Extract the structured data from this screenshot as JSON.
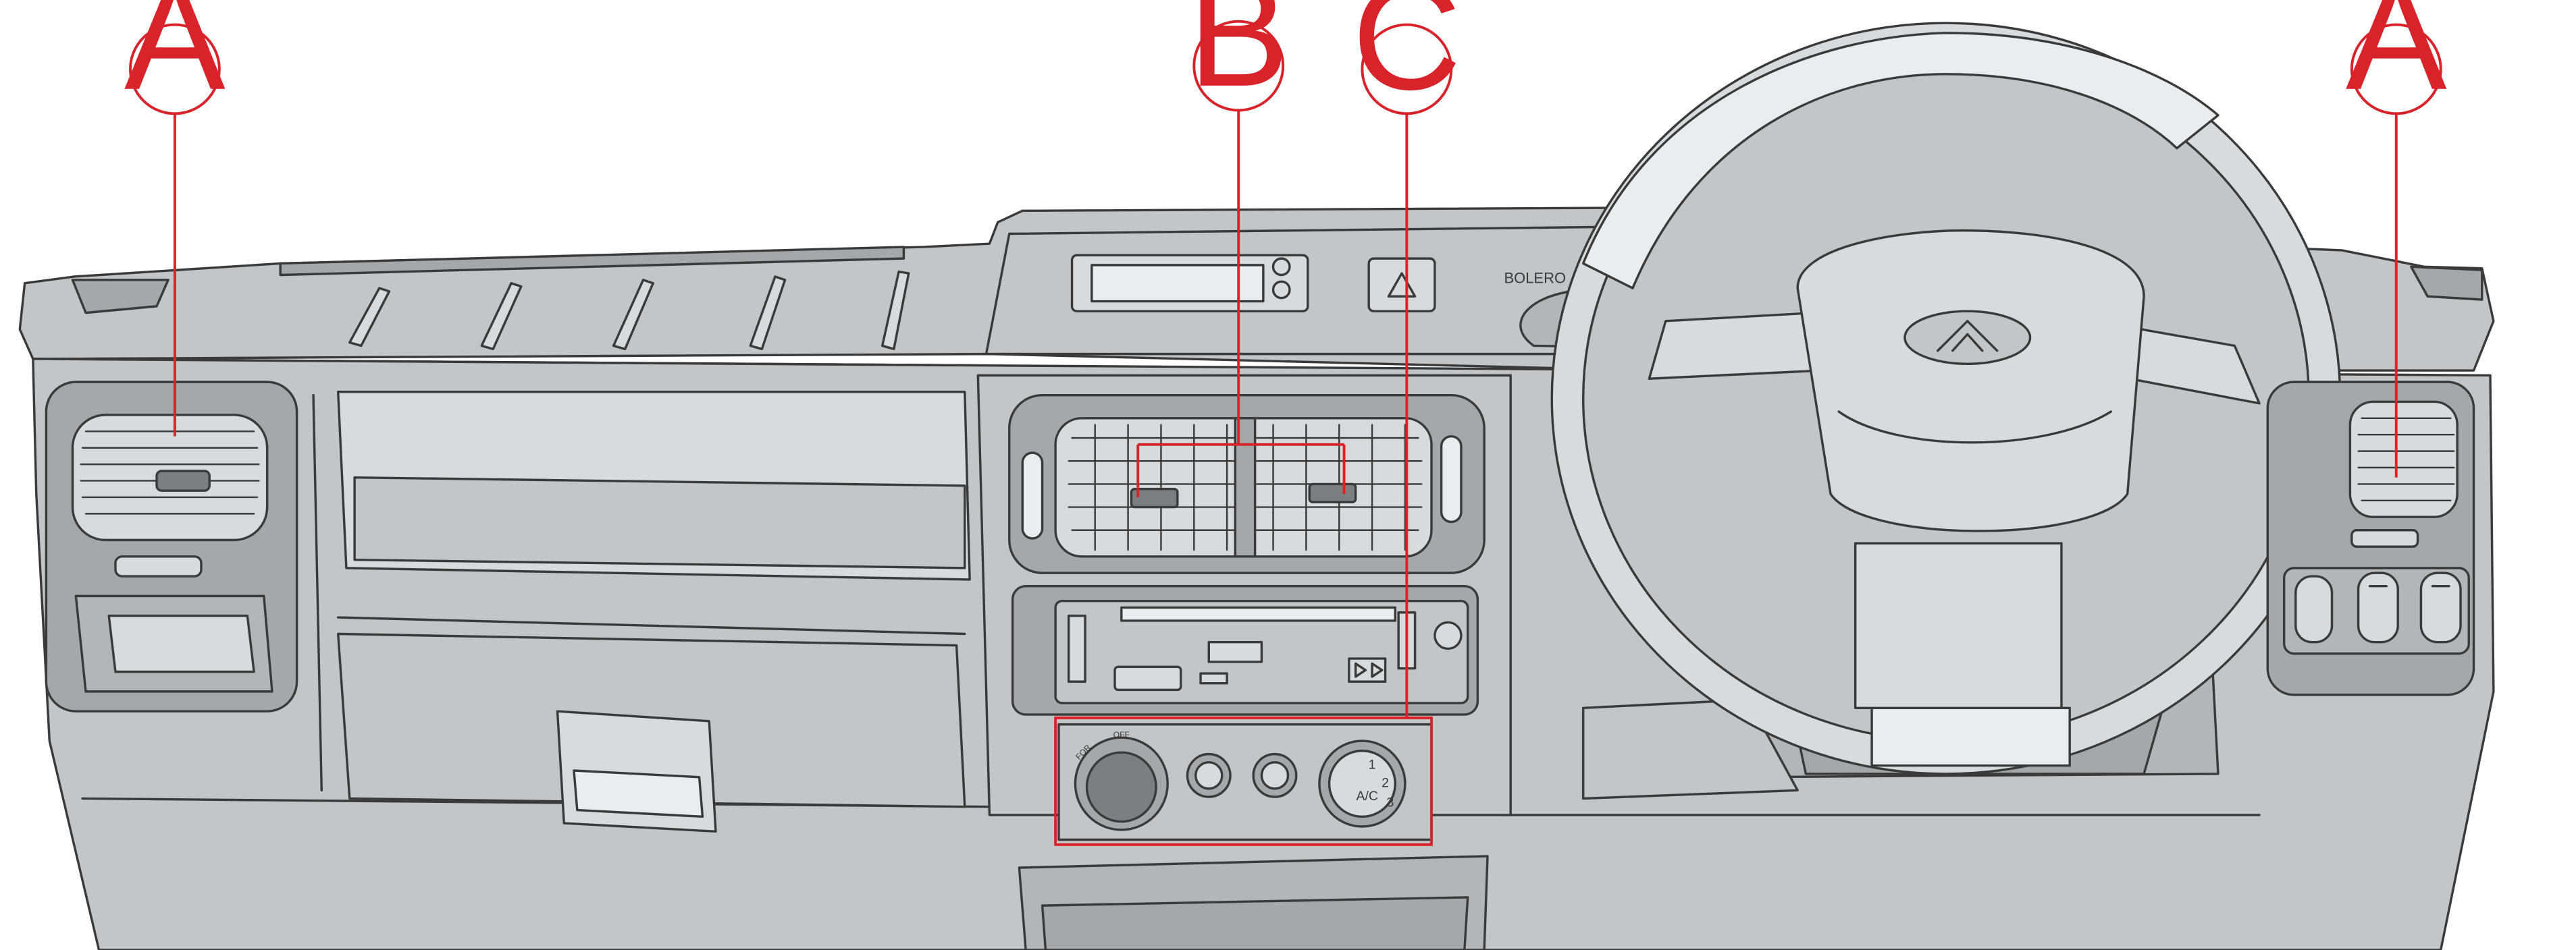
{
  "colors": {
    "dash": "#c4c5c6",
    "dash_dark": "#a6a7a8",
    "dash_light": "#d9dadb",
    "line": "#3a3a3a",
    "callout": "#d8232a",
    "background": "#ffffff"
  },
  "callouts": {
    "left_vent": {
      "label": "A"
    },
    "center_vents": {
      "label": "B"
    },
    "controls": {
      "label": "C"
    },
    "right_vent": {
      "label": "A"
    }
  },
  "cluster": {
    "brand_text": "BOLERO"
  },
  "hvac_controls": {
    "temperature_knob": {
      "label_left": "FOR",
      "label_right": "OFF"
    },
    "fan_knob": {
      "speeds": [
        "1",
        "2",
        "3"
      ],
      "ac_label": "A/C"
    }
  },
  "icons": [
    "hazard-icon",
    "mahindra-logo-icon",
    "switch-icon"
  ]
}
